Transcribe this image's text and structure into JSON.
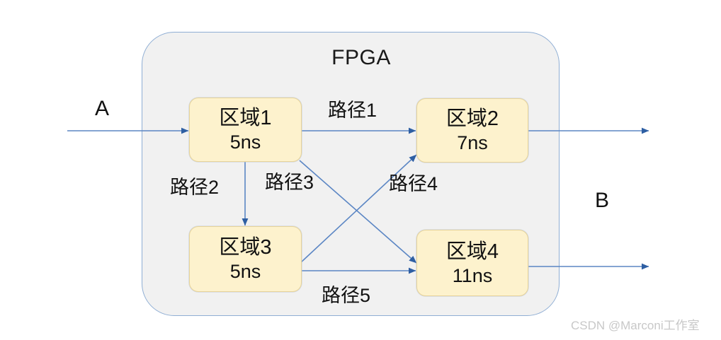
{
  "diagram": {
    "title": "FPGA",
    "container_label": "FPGA",
    "io": {
      "input_label": "A",
      "output_label": "B"
    },
    "regions": [
      {
        "id": "region1",
        "name": "区域1",
        "delay": "5ns"
      },
      {
        "id": "region2",
        "name": "区域2",
        "delay": "7ns"
      },
      {
        "id": "region3",
        "name": "区域3",
        "delay": "5ns"
      },
      {
        "id": "region4",
        "name": "区域4",
        "delay": "11ns"
      }
    ],
    "paths": [
      {
        "id": "path1",
        "label": "路径1",
        "from": "region1",
        "to": "region2"
      },
      {
        "id": "path2",
        "label": "路径2",
        "from": "region1",
        "to": "region3"
      },
      {
        "id": "path3",
        "label": "路径3",
        "from": "region1",
        "to": "region4"
      },
      {
        "id": "path4",
        "label": "路径4",
        "from": "region3",
        "to": "region2"
      },
      {
        "id": "path5",
        "label": "路径5",
        "from": "region3",
        "to": "region4"
      }
    ],
    "colors": {
      "region_fill": "#fdf2cd",
      "region_border": "#e8d49a",
      "container_fill": "#f1f1f1",
      "container_border": "#8faed4",
      "wire": "#5b86c4",
      "arrowhead": "#2e5fa3",
      "text": "#111111",
      "watermark": "#c8c8c8"
    },
    "watermark": "CSDN @Marconi工作室"
  }
}
